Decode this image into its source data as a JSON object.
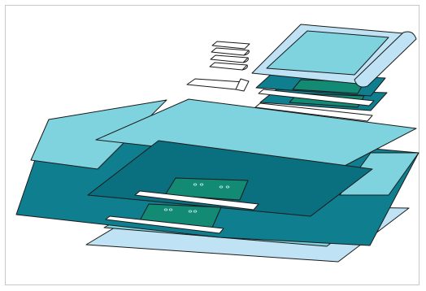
{
  "figure": {
    "caption": "",
    "colors": {
      "light_blue": "#bfe3f5",
      "light_teal": "#7fd3df",
      "mid_teal": "#5cc2cf",
      "dark_teal": "#0f7f90",
      "deep_teal": "#0a6f7f",
      "pcb_green": "#138a73",
      "white": "#ffffff",
      "outline": "#1a1a1a",
      "frame": "#c8c8c8"
    },
    "parts": [
      "bottom-sheet",
      "mid-layer",
      "base-layer",
      "top-layer",
      "center-panel",
      "strip-left",
      "strip-right",
      "circuit-board-lower",
      "circuit-board-upper",
      "small-panel-stack",
      "rolled-cover",
      "tab-stack",
      "folded-tab"
    ]
  }
}
